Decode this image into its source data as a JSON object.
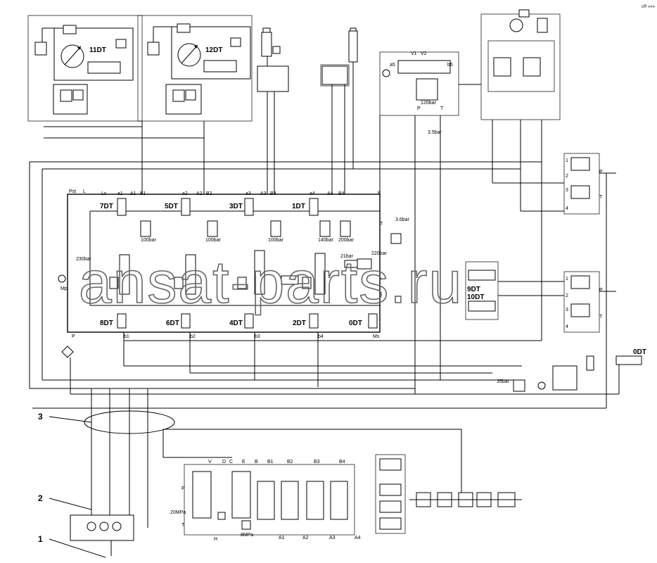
{
  "corner_mark": "c® »»»",
  "watermark": "ansat-parts.ru",
  "callouts": [
    "1",
    "2",
    "3"
  ],
  "top_motors": [
    "11DT",
    "12DT"
  ],
  "upper_valves": [
    "7DT",
    "5DT",
    "3DT",
    "1DT"
  ],
  "lower_valves": [
    "8DT",
    "6DT",
    "4DT",
    "2DT",
    "0DT"
  ],
  "right_valves": [
    "9DT",
    "10DT"
  ],
  "far_right_valve": "0DT",
  "ports_top": [
    "Pst",
    "L",
    "Ls",
    "a1",
    "A1",
    "B1",
    "a2",
    "A2",
    "B2",
    "a3",
    "A3",
    "B3",
    "a4",
    "A4",
    "B4",
    "K"
  ],
  "ports_bottom": [
    "b1",
    "b2",
    "b3",
    "b4",
    "Ms"
  ],
  "left_labels": [
    "Mp",
    "P"
  ],
  "pressures": {
    "relief_1": "100bar",
    "relief_2": "100bar",
    "relief_3": "100bar",
    "relief_4": "140bar",
    "relief_5": "200bar",
    "check": "3.6bar",
    "pilot_left": "230bar",
    "pilot_mid": "21bar",
    "pilot_right": "220bar",
    "top_right_relief": "120bar",
    "top_right_check": "3.5bar",
    "lower_check": "35bar"
  },
  "top_right_labels": [
    "V1",
    "V2",
    "a5",
    "b5",
    "P",
    "T"
  ],
  "side_block_1": {
    "ports": [
      "1",
      "2",
      "3",
      "4"
    ],
    "p": "P",
    "t": "T"
  },
  "side_block_2": {
    "ports": [
      "1",
      "2",
      "3",
      "4"
    ],
    "p": "P",
    "t": "T"
  },
  "bottom_valve": {
    "top_ports": [
      "V",
      "D",
      "C",
      "E",
      "B",
      "B1",
      "B2",
      "B3",
      "B4"
    ],
    "bottom_ports": [
      "H",
      "8MPa",
      "A1",
      "A2",
      "A3",
      "A4"
    ],
    "side": [
      "P",
      "T",
      "20MPa"
    ]
  }
}
